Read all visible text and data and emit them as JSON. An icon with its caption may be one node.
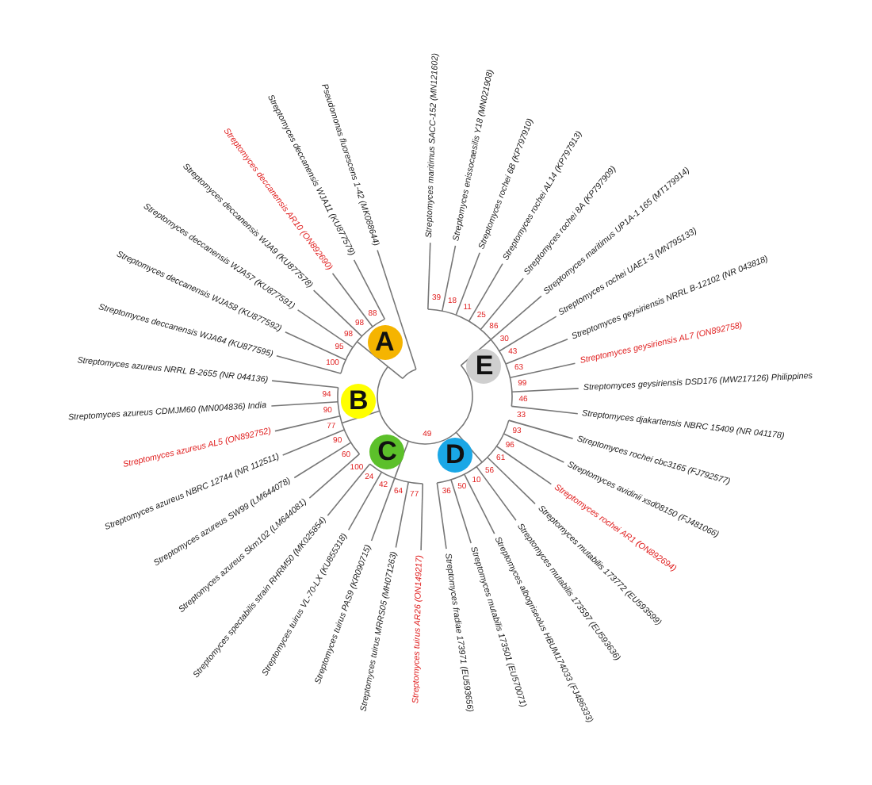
{
  "diagram": {
    "nodes": [
      {
        "text": [
          "A"
        ]
      },
      {
        "text": [
          "E"
        ]
      },
      {
        "text": [
          "B"
        ]
      },
      {
        "text": [
          "C"
        ]
      },
      {
        "text": [
          "D"
        ]
      }
    ],
    "labels": [
      "Pseudomonas fluorescens 1-42 (MK088644)",
      "Streptomyces deccanensis WJA11 (KU877579)",
      "Streptomyces deccanensis AR10 (ON892690)",
      "Streptomyces deccanensis WJA9 (KU877578)",
      "Streptomyces deccanensis WJA57 (KU877591)",
      "Streptomyces deccanensis WJA58 (KU877592)",
      "Streptomyces deccanensis WJA64 (KU877595)",
      "Streptomyces azureus NRRL B-2655 (NR 044136)",
      "Streptomyces azureus CDMJM60 (MN004836) India",
      "Streptomyces azureus AL5 (ON892752)",
      "Streptomyces azureus NBRC 12744 (NR 112511)",
      "Streptomyces azureus SW99 (LM644078)",
      "Streptomyces azureus Skm102 (LM644081)",
      "Streptomyces spectabilis strain RHRM50 (MK025854)",
      "Streptomyces tuirus VL-70-LX (KU855318)",
      "Streptomyces tuirus PAS9 (KR090715)",
      "Streptomyces tuirus MRRS05 (MH071263)",
      "Streptomyces tuirus AR26 (ON149217)",
      "Streptomyces maritimus SACC-152 (MN121602)",
      "Streptomyces enissocaesilis Y18 (MN021908)",
      "Streptomyces rochei 6B (KP797910)",
      "Streptomyces rochei AL14 (KP797913)",
      "Streptomyces rochei 8A (KP797909)",
      "Streptomyces maritimus UP1A-1 165 (MT179914)",
      "Streptomyces rochei UAE1-3 (MN795133)",
      "Streptomyces geysiriensis NRRL B-12102 (NR 043818)",
      "Streptomyces geysiriensis AL7 (ON892758)",
      "Streptomyces geysiriensis DSD176 (MW217126) Philippines",
      "Streptomyces djakartensis NBRC 15409 (NR 041178)",
      "Streptomyces rochei cbc3165 (FJ792577)",
      "Streptomyces avidinii xsd08150 (FJ481066)",
      "Streptomyces rochei AR1 (ON892694)",
      "Streptomyces mutabilis 173772 (EU593599)",
      "Streptomyces mutabilis 173597 (EU593636)",
      "Streptomyces albogriseolus HBUM174033 (FJ486333)",
      "Streptomyces mutabilis 173501 (EU570071)",
      "Streptomyces fradiae 173971 (EU593656)",
      "39",
      "18",
      "11",
      "25",
      "86",
      "30",
      "43",
      "63",
      "99",
      "46",
      "33",
      "93",
      "96",
      "61",
      "56",
      "10",
      "50",
      "36",
      "49",
      "77",
      "64",
      "42",
      "24",
      "100",
      "60",
      "90",
      "77",
      "90",
      "94",
      "100",
      "95",
      "98",
      "98",
      "88"
    ]
  }
}
